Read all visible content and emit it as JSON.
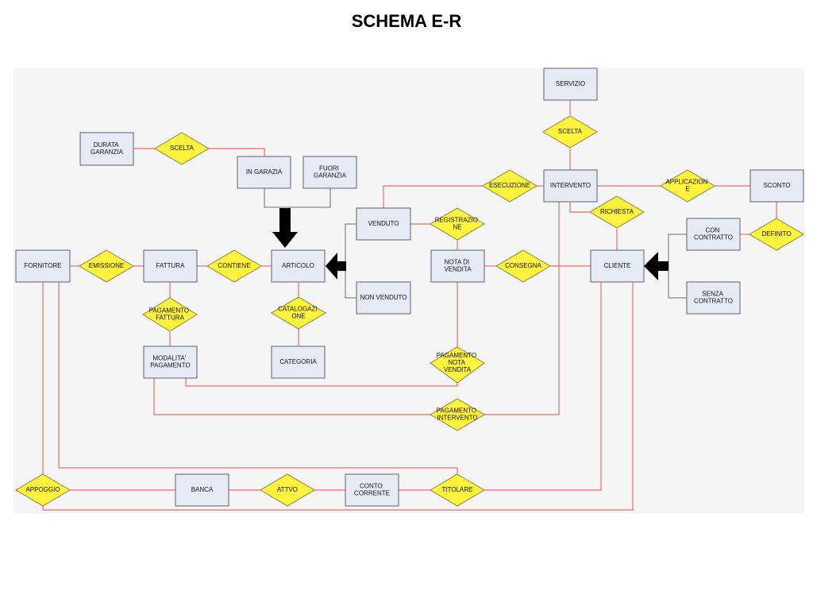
{
  "title": "SCHEMA E-R",
  "colors": {
    "entity_fill": "#e6eaf4",
    "relationship_fill": "#fff33f",
    "connector": "#ee6a6a",
    "generalization": "#6a6a6a",
    "arrow": "#000000"
  },
  "entities": {
    "servizio": [
      "SERVIZIO"
    ],
    "durata_garanzia": [
      "DURATA",
      "GARANZIA"
    ],
    "in_garanzia": [
      "IN GARAZIA"
    ],
    "fuori_garanzia": [
      "FUORI",
      "GARANZIA"
    ],
    "intervento": [
      "INTERVENTO"
    ],
    "sconto": [
      "SCONTO"
    ],
    "venduto": [
      "VENDUTO"
    ],
    "con_contratto": [
      "CON",
      "CONTRATTO"
    ],
    "fornitore": [
      "FORNITORE"
    ],
    "fattura": [
      "FATTURA"
    ],
    "articolo": [
      "ARTICOLO"
    ],
    "nota_di_vendita": [
      "NOTA DI",
      "VENDITA"
    ],
    "cliente": [
      "CLIENTE"
    ],
    "non_venduto": [
      "NON VENDUTO"
    ],
    "senza_contratto": [
      "SENZA",
      "CONTRATTO"
    ],
    "modalita_pagamento": [
      "MODALITA'",
      "PAGAMENTO"
    ],
    "categoria": [
      "CATEGORIA"
    ],
    "banca": [
      "BANCA"
    ],
    "conto_corrente": [
      "CONTO",
      "CORRENTE"
    ]
  },
  "relationships": {
    "scelta_servizio": [
      "SCELTA"
    ],
    "scelta_garanzia": [
      "SCELTA"
    ],
    "esecuzione": [
      "ESECUZIONE"
    ],
    "applicazione": [
      "APPLICAZION",
      "E"
    ],
    "richiesta": [
      "RICHIESTA"
    ],
    "registrazione": [
      "REGISTRAZIO",
      "NE"
    ],
    "definito": [
      "DEFINITO"
    ],
    "emissione": [
      "EMISSIONE"
    ],
    "contiene": [
      "CONTIENE"
    ],
    "consegna": [
      "CONSEGNA"
    ],
    "pagamento_fattura": [
      "PAGAMENTO",
      "FATTURA"
    ],
    "catalogazione": [
      "CATALOGAZI",
      "ONE"
    ],
    "pagamento_nota_vendita": [
      "PAGAMENTO",
      "NOTA",
      "VENDITA"
    ],
    "pagamento_intervento": [
      "PAGAMENTO",
      "INTERVENTO"
    ],
    "appoggio": [
      "APPOGGIO"
    ],
    "attvo": [
      "ATTVO"
    ],
    "titolare": [
      "TITOLARE"
    ]
  }
}
